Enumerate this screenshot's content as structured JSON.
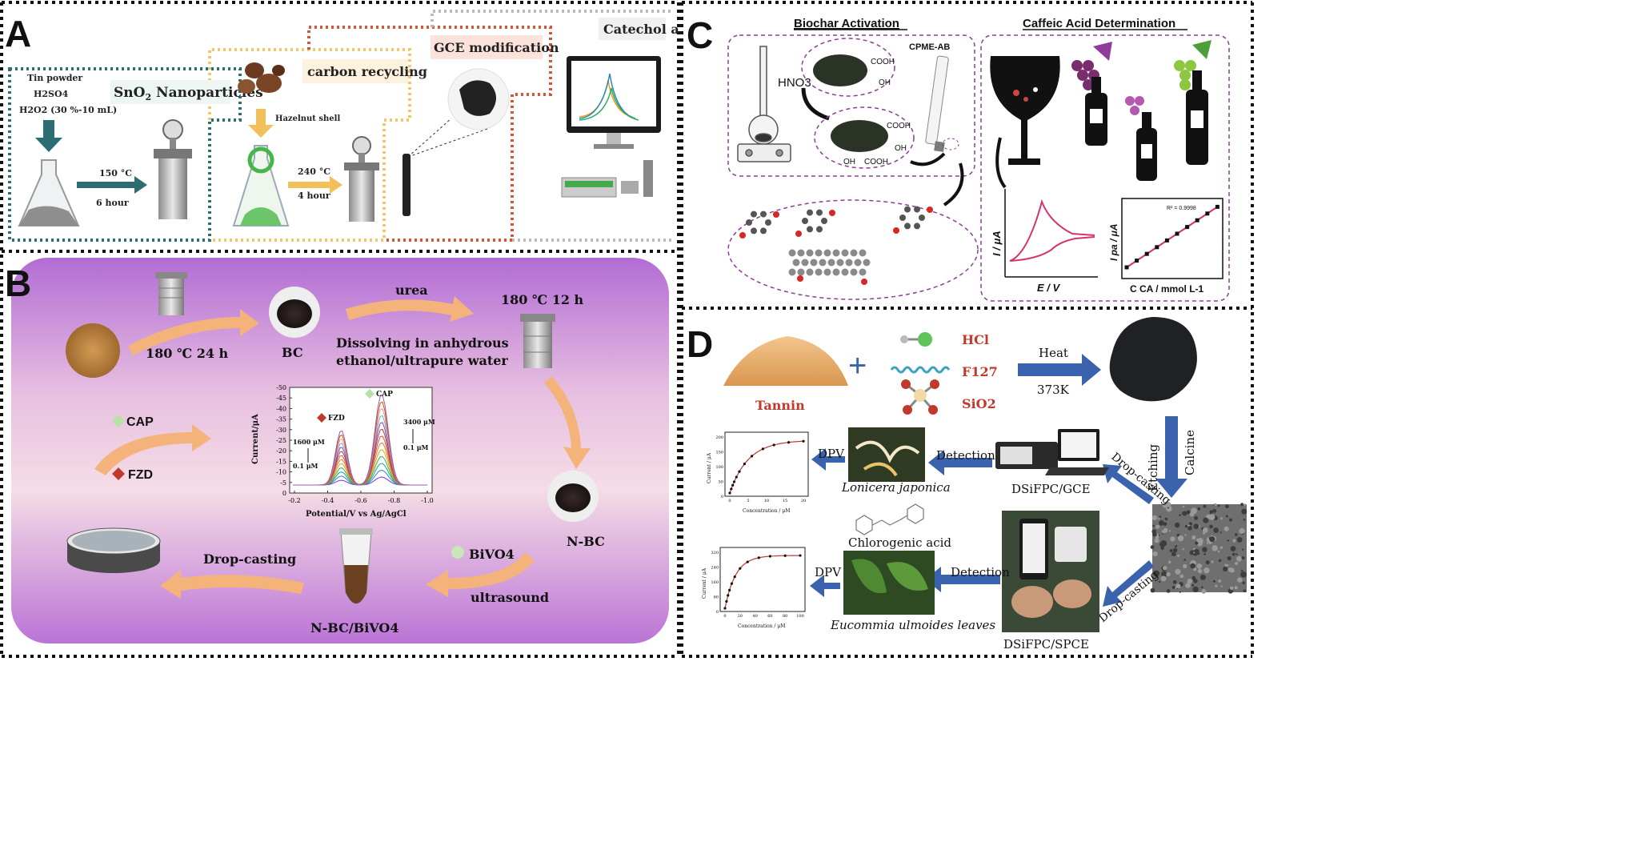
{
  "panelA": {
    "letter": "A",
    "sno2_title": "SnO",
    "sno2_sub": "2",
    "sno2_rest": " Nanoparticles",
    "carbon_title": "carbon recycling",
    "gce_title": "GCE modification",
    "catechol_title": "Catechol a",
    "tin_powder": "Tin powder",
    "h2so4": "H2SO4",
    "h2o2": "H2O2 (30 %-10 mL)",
    "hazelnut": "Hazelnut shell",
    "temp1": "150 °C",
    "time1": "6 hour",
    "temp2": "240 °C",
    "time2": "4 hour"
  },
  "panelB": {
    "letter": "B",
    "cond1": "180 ℃  24 h",
    "bc": "BC",
    "urea": "urea",
    "dissolve1": "Dissolving in anhydrous",
    "dissolve2": "ethanol/ultrapure water",
    "cond2": "180 ℃  12 h",
    "cap": "CAP",
    "fzd": "FZD",
    "nbc": "N-BC",
    "bivo4": "BiVO4",
    "ultrasound": "ultrasound",
    "dropcasting": "Drop-casting",
    "nbc_bivo4": "N-BC/BiVO4",
    "chart": {
      "ylabel": "Current/μA",
      "xlabel": "Potential/V vs Ag/AgCl",
      "yticks": [
        "-50",
        "-45",
        "-40",
        "-35",
        "-30",
        "-25",
        "-20",
        "-15",
        "-10",
        "-5",
        "0"
      ],
      "xticks": [
        "-0.2",
        "-0.4",
        "-0.6",
        "-0.8",
        "-1.0"
      ],
      "fzd_label": "FZD",
      "cap_label": "CAP",
      "fzd_high": "1600 μM",
      "fzd_low": "0.1 μM",
      "cap_high": "3400 μM",
      "cap_low": "0.1 μM"
    }
  },
  "panelC": {
    "letter": "C",
    "biochar_title": "Biochar Activation",
    "caffeic_title": "Caffeic Acid Determination",
    "hno3": "HNO3",
    "cpme": "CPME-AB",
    "cooh": "COOH",
    "oh": "OH",
    "cv_ylabel": "I / μA",
    "cv_xlabel": "E / V",
    "cal_ylabel": "I pa / μA",
    "cal_xlabel": "C CA / mmol L-1",
    "r2": "R² = 0.9998"
  },
  "panelD": {
    "letter": "D",
    "tannin": "Tannin",
    "hcl": "HCl",
    "f127": "F127",
    "sio2": "SiO2",
    "heat": "Heat",
    "temp": "373K",
    "etching": "Etching",
    "calcine": "Calcine",
    "dropcasting": "Drop-casting",
    "gce": "DSiFPC/GCE",
    "spce": "DSiFPC/SPCE",
    "detection": "Detection",
    "dpv": "DPV",
    "lonicera": "Lonicera japonica",
    "chlorogenic": "Chlorogenic acid",
    "eucommia": "Eucommia ulmoides leaves",
    "chart1": {
      "ylabel": "Current / μA",
      "xlabel": "Concentration / μM",
      "yticks": [
        "0",
        "50",
        "100",
        "150",
        "200"
      ],
      "xticks": [
        "0",
        "5",
        "10",
        "15",
        "20"
      ]
    },
    "chart2": {
      "ylabel": "Current / μA",
      "xlabel": "Concentration / μM",
      "yticks": [
        "0",
        "80",
        "160",
        "240",
        "320"
      ],
      "xticks": [
        "0",
        "20",
        "40",
        "60",
        "80",
        "100"
      ]
    }
  },
  "colors": {
    "panelB_bg_top": "#b56fd6",
    "panelB_bg_mid": "#f3d9e6",
    "arrow_orange": "#f4b37a",
    "arrow_blue": "#3a62ad",
    "purple_dash": "#8e3b9a",
    "teal_dash": "#2f6f73",
    "yellow_dash": "#f0c76a",
    "red_dash": "#d2573a"
  }
}
